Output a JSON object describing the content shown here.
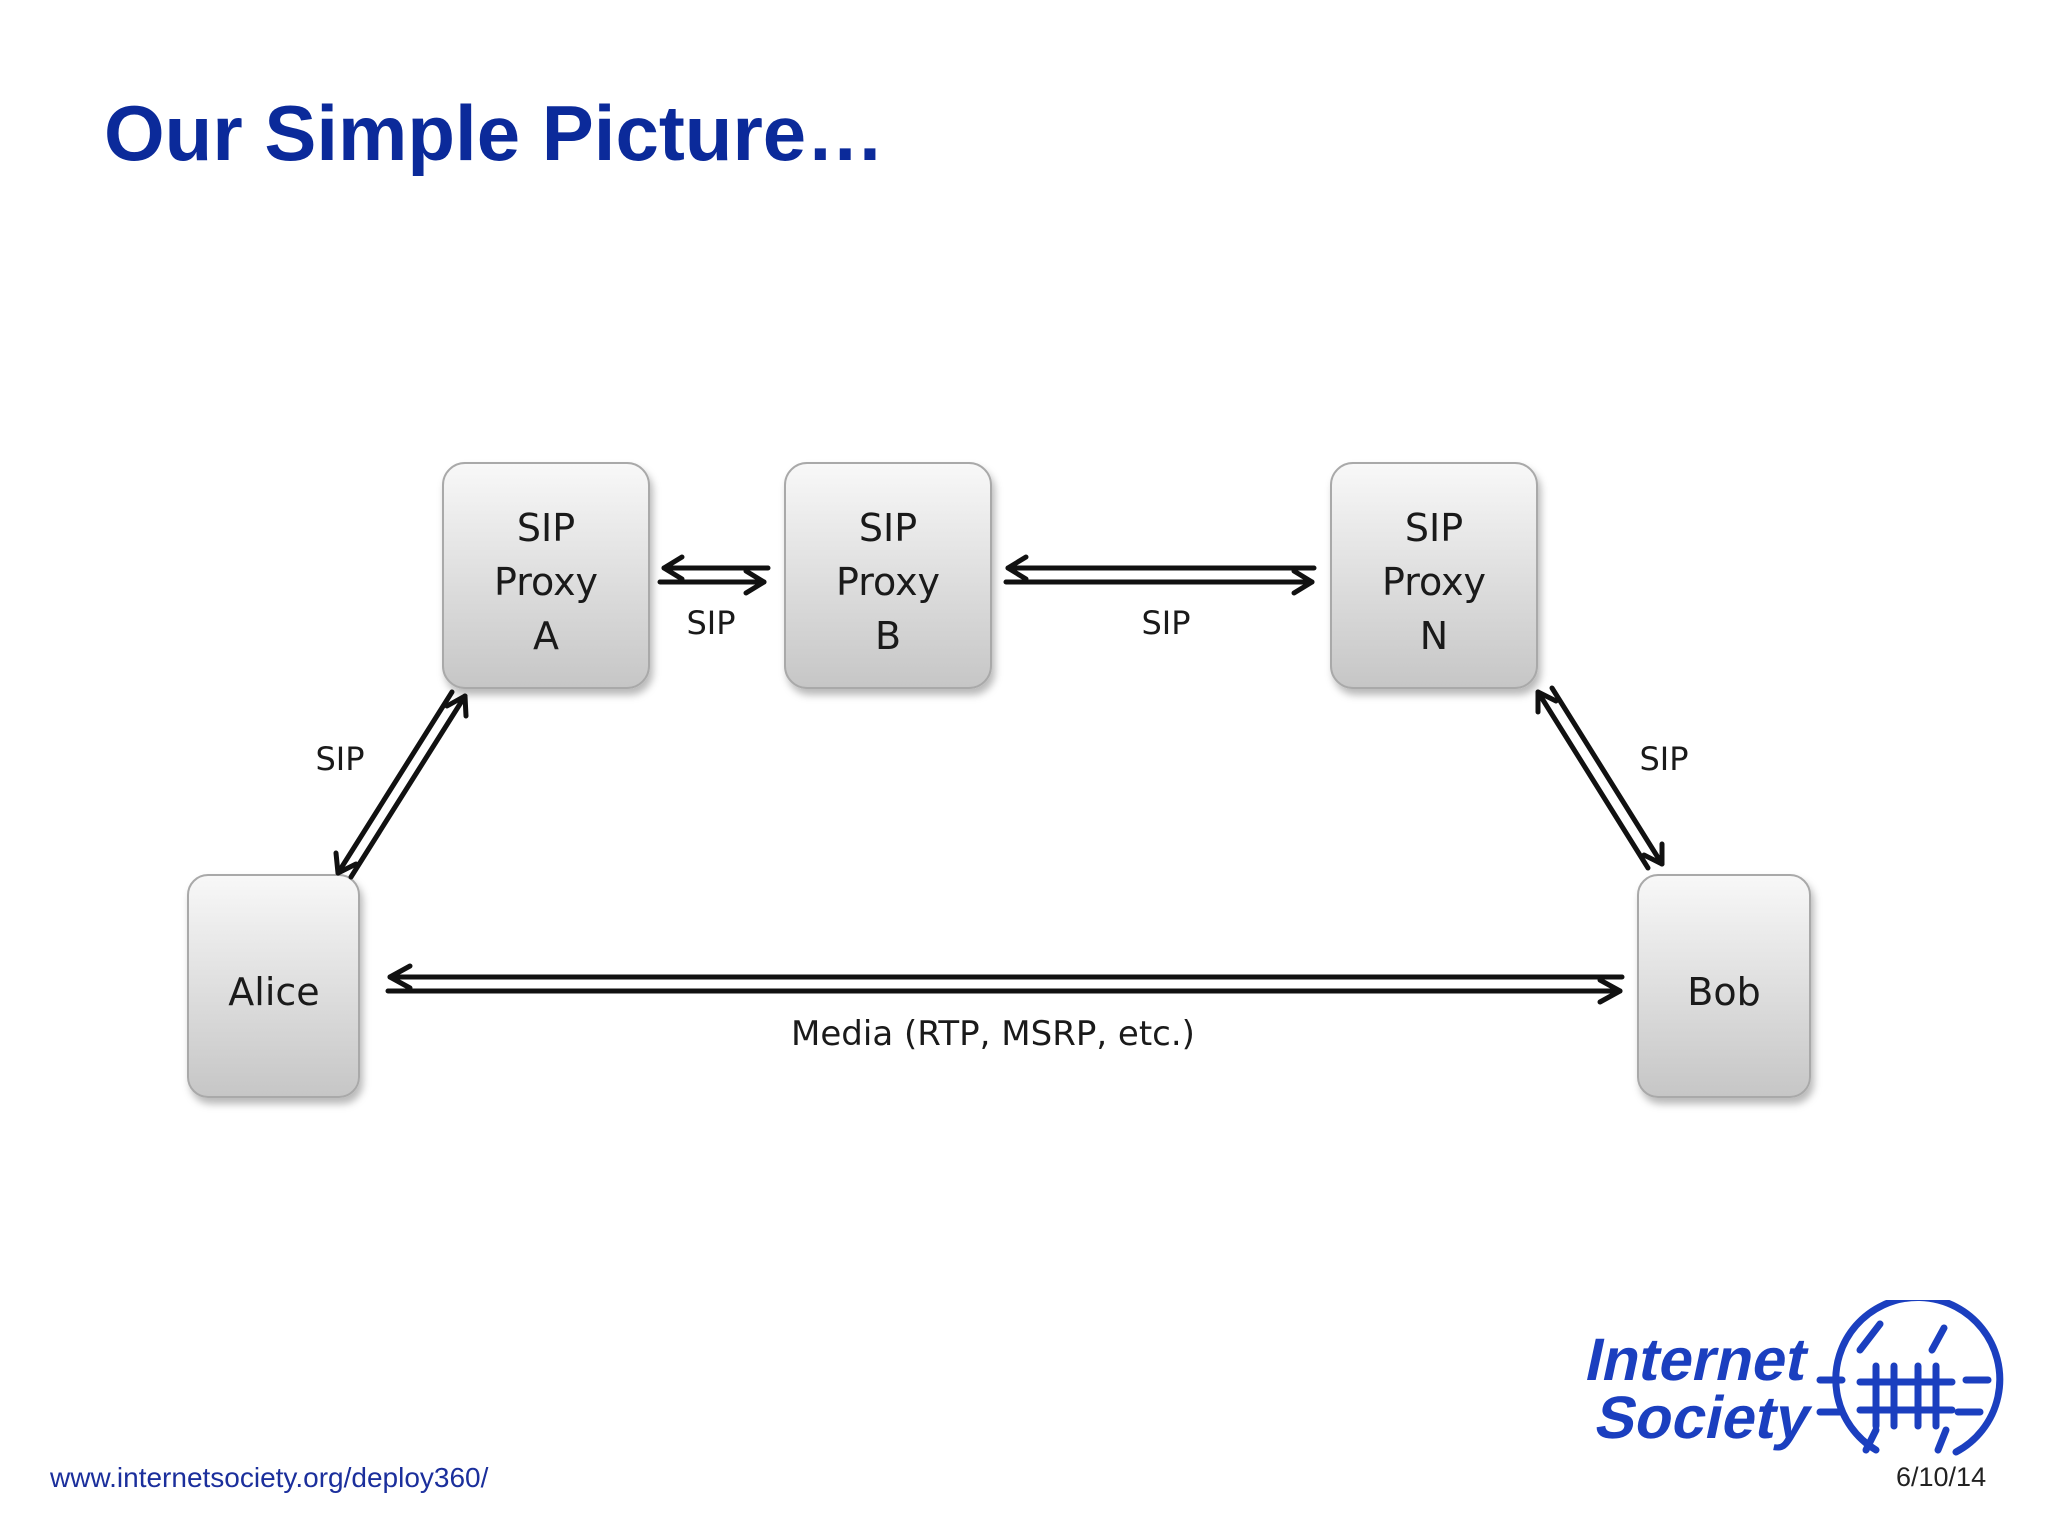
{
  "slide": {
    "title": "Our Simple Picture…",
    "footer_url": "www.internetsociety.org/deploy360/",
    "footer_date": "6/10/14"
  },
  "diagram": {
    "nodes": {
      "proxy_a": [
        "SIP",
        "Proxy",
        "A"
      ],
      "proxy_b": [
        "SIP",
        "Proxy",
        "B"
      ],
      "proxy_n": [
        "SIP",
        "Proxy",
        "N"
      ],
      "alice": "Alice",
      "bob": "Bob"
    },
    "edges": {
      "a_b": "SIP",
      "b_n": "SIP",
      "alice_a": "SIP",
      "n_bob": "SIP",
      "alice_bob": "Media  (RTP, MSRP, etc.)"
    }
  },
  "logo": {
    "line1": "Internet",
    "line2": "Society",
    "brand_color": "#1b3fbf"
  },
  "colors": {
    "title": "#0b2a9a",
    "node_fill_top": "#f7f7f7",
    "node_fill_bottom": "#c9c9c9"
  }
}
